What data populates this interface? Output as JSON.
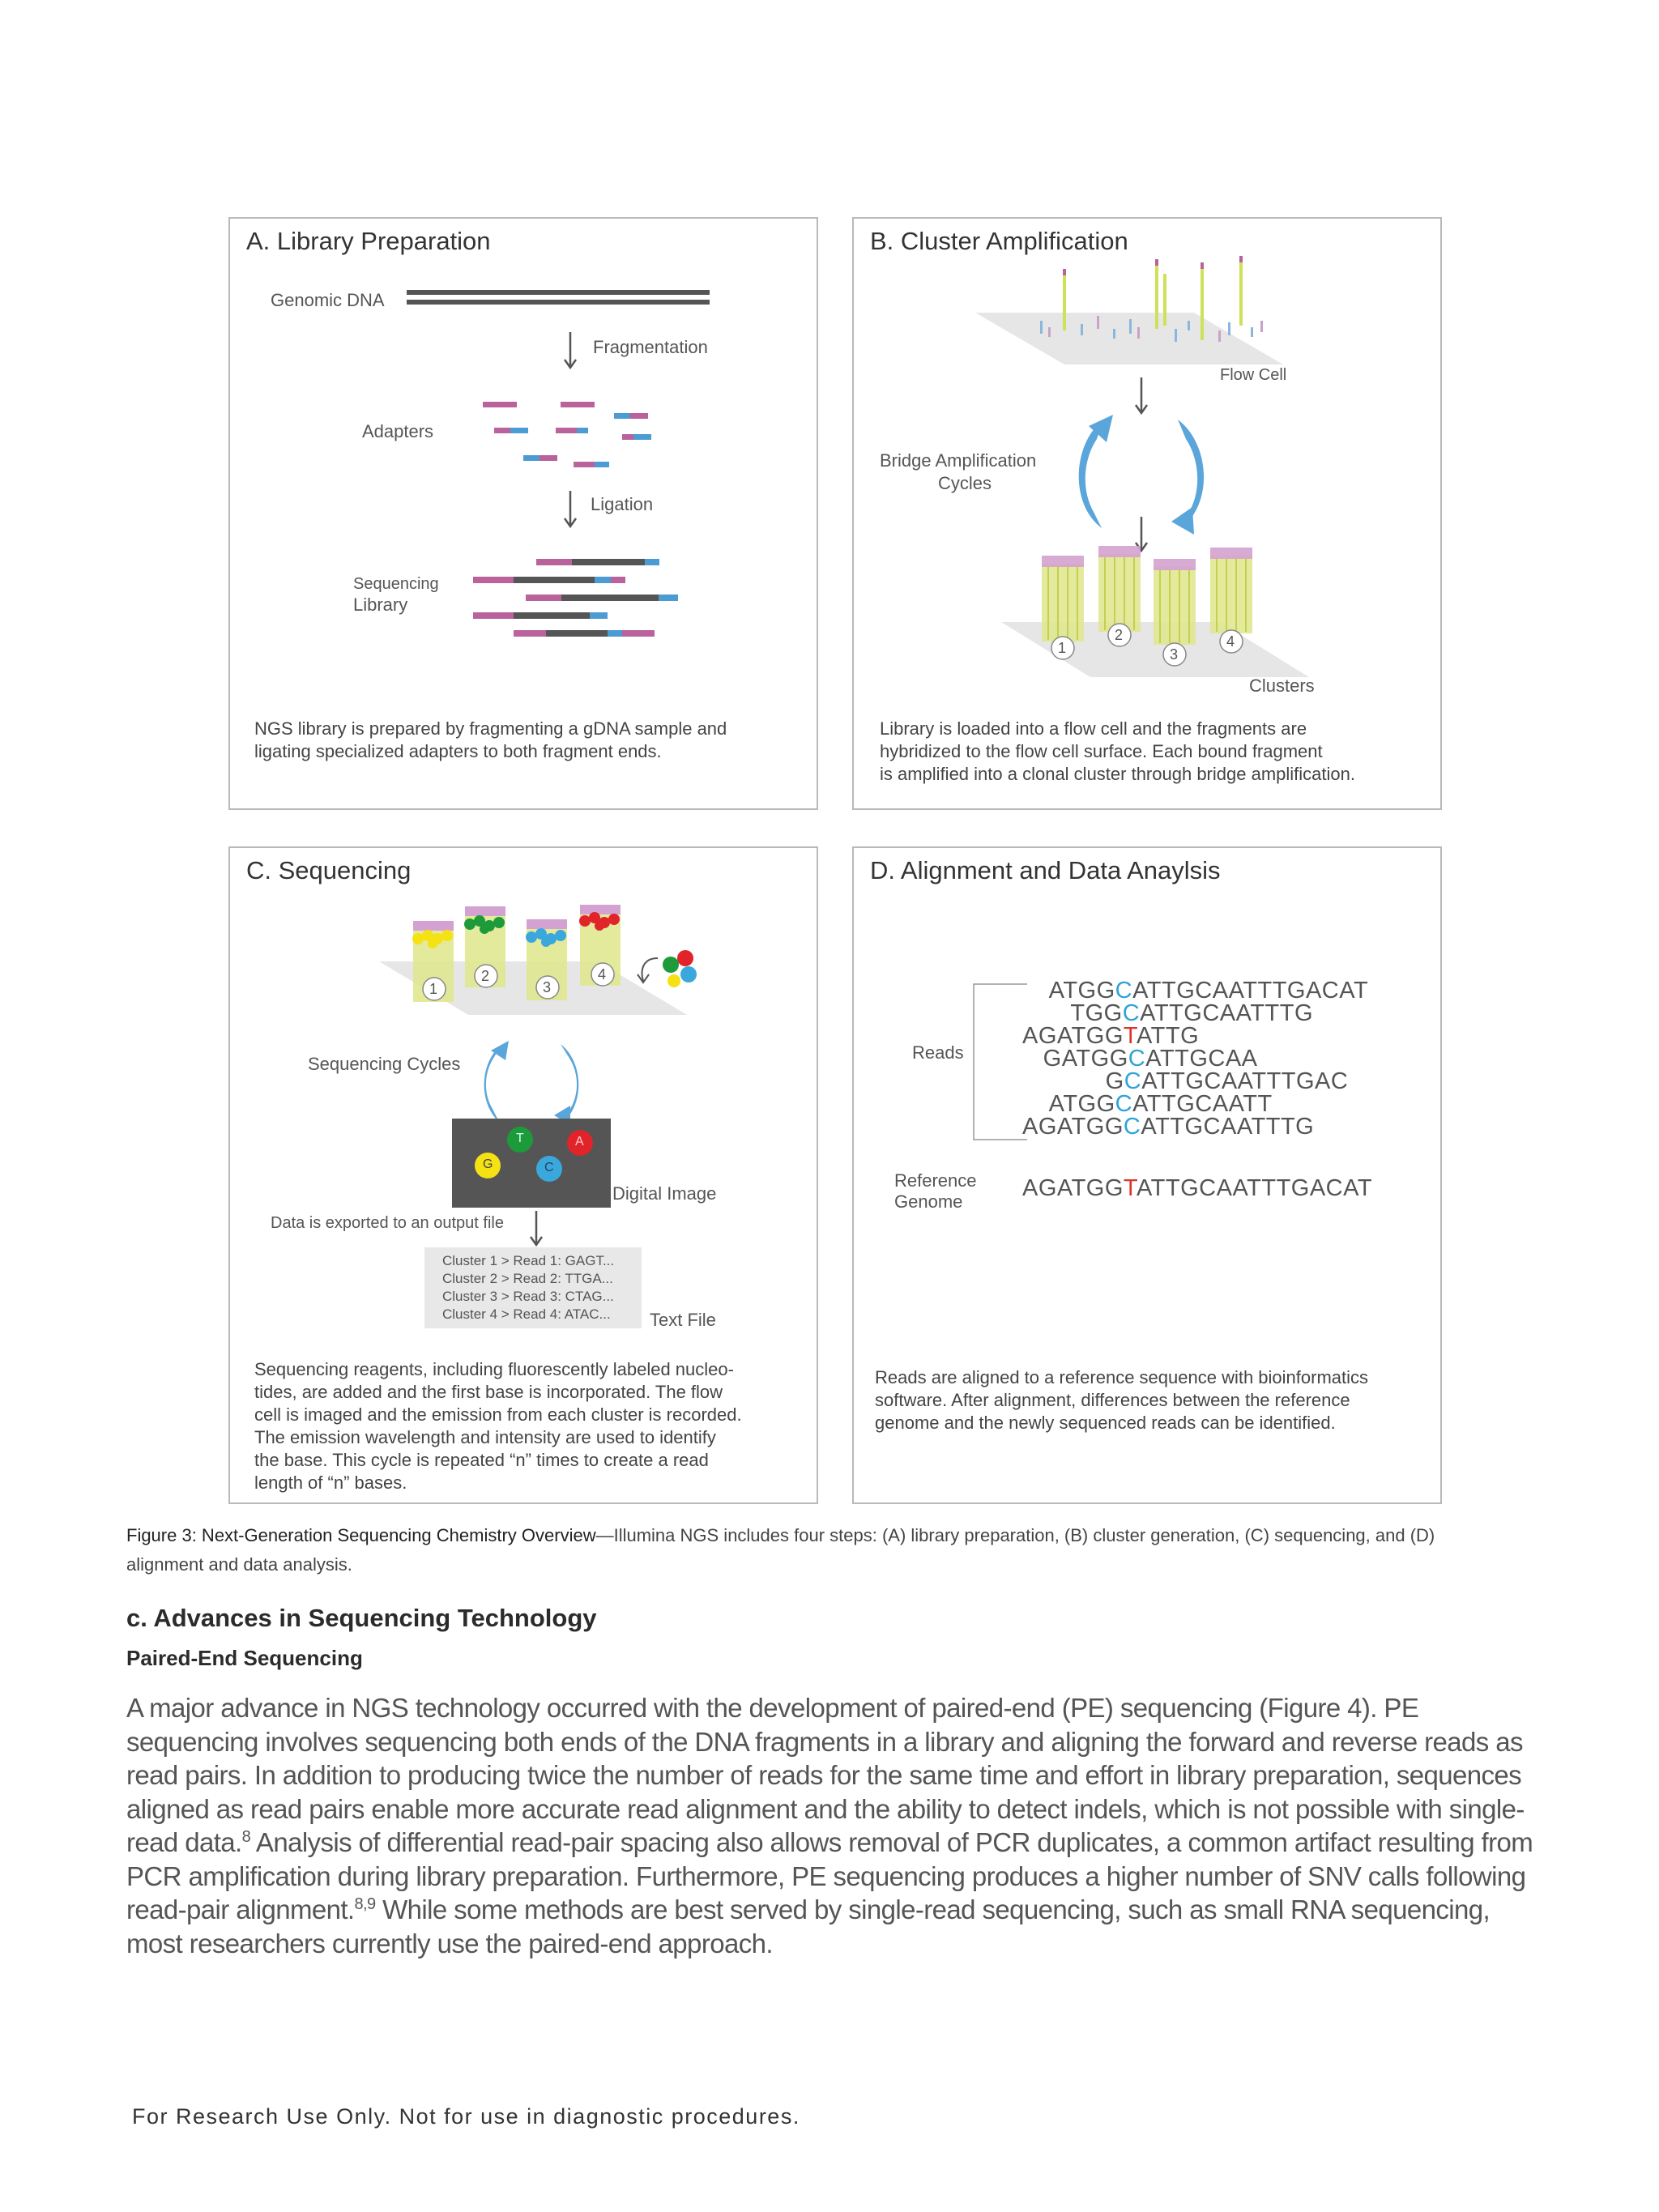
{
  "figure": {
    "panels": {
      "a": {
        "title": "A. Library Preparation",
        "genomic_dna": "Genomic DNA",
        "fragmentation": "Fragmentation",
        "adapters": "Adapters",
        "ligation": "Ligation",
        "seq_lib_1": "Sequencing",
        "seq_lib_2": "Library",
        "caption": [
          "NGS library is prepared by fragmenting a gDNA sample and",
          "ligating specialized adapters to both fragment ends."
        ]
      },
      "b": {
        "title": "B. Cluster Amplification",
        "flow_cell": "Flow Cell",
        "bridge_1": "Bridge Amplification",
        "bridge_2": "Cycles",
        "clusters": "Clusters",
        "cluster_nums": [
          "1",
          "2",
          "3",
          "4"
        ],
        "caption": [
          "Library is loaded into a flow cell and the fragments are",
          "hybridized to the flow cell surface. Each bound fragment",
          "is amplified into a clonal cluster through bridge amplification."
        ]
      },
      "c": {
        "title": "C. Sequencing",
        "sequencing_cycles": "Sequencing Cycles",
        "digital_image": "Digital Image",
        "export_note": "Data is exported to an output file",
        "text_file": "Text File",
        "text_file_lines": [
          "Cluster 1 > Read 1: GAGT...",
          "Cluster 2 > Read 2: TTGA...",
          "Cluster 3 > Read 3: CTAG...",
          "Cluster 4 > Read 4: ATAC..."
        ],
        "bases": [
          "G",
          "T",
          "C",
          "A"
        ],
        "cluster_nums": [
          "1",
          "2",
          "3",
          "4"
        ],
        "caption": [
          "Sequencing reagents, including fluorescently labeled nucleo-",
          "tides, are added and the first base is incorporated. The flow",
          "cell is imaged and the emission from each cluster is recorded.",
          "The emission wavelength and intensity are used to identify",
          "the base. This cycle is repeated “n” times to create a read",
          "length of “n” bases."
        ]
      },
      "d": {
        "title": "D. Alignment and Data Anaylsis",
        "reads_label": "Reads",
        "ref_label_1": "Reference",
        "ref_label_2": "Genome",
        "reads": [
          {
            "pre": "    ATGG",
            "mid": "C",
            "post": "ATTGCAATTTGACAT"
          },
          {
            "pre": "       TGG",
            "mid": "C",
            "post": "ATTGCAATTTG"
          },
          {
            "pre": "AGATGG",
            "mid": "T",
            "post": "ATTG"
          },
          {
            "pre": "   GATGG",
            "mid": "C",
            "post": "ATTGCAA"
          },
          {
            "pre": "            G",
            "mid": "C",
            "post": "ATTGCAATTTGAC"
          },
          {
            "pre": "    ATGG",
            "mid": "C",
            "post": "ATTGCAATT"
          },
          {
            "pre": "AGATGG",
            "mid": "C",
            "post": "ATTGCAATTTG"
          }
        ],
        "reference": {
          "pre": "AGATGG",
          "mid": "T",
          "post": "ATTGCAATTTGACAT"
        },
        "caption": [
          "Reads are aligned to a reference sequence with bioinformatics",
          "software. After alignment, differences between the reference",
          "genome and the newly sequenced reads can be identified."
        ]
      }
    },
    "caption_bold": "Figure 3: Next-Generation Sequencing Chemistry Overview",
    "caption_rest_1": "—Illumina NGS includes four steps: (A) library preparation, (B) cluster generation, (C) sequencing, and (D)",
    "caption_rest_2": "alignment and data analysis."
  },
  "section_heading": "c. Advances in Sequencing Technology",
  "subsection_heading": "Paired-End Sequencing",
  "body_lines": [
    {
      "text": "A major advance in NGS technology occurred with the development of paired-end (PE) sequencing (Figure 4). PE"
    },
    {
      "text": "sequencing involves sequencing both ends of the DNA fragments in a library and aligning the forward and reverse reads as"
    },
    {
      "text": "read pairs. In addition to producing twice the number of reads for the same time and effort in library preparation, sequences"
    },
    {
      "text": "aligned as read pairs enable more accurate read alignment and the ability to detect indels, which is not possible with single-"
    },
    {
      "text": "read data.",
      "sup": "8",
      "after": " Analysis of differential read-pair spacing also allows removal of PCR duplicates, a common artifact resulting from"
    },
    {
      "text": "PCR amplification during library preparation. Furthermore, PE sequencing produces a higher number of SNV calls following"
    },
    {
      "text": "read-pair alignment.",
      "sup": "8,9",
      "after": " While some methods are best served by single-read sequencing, such as small RNA sequencing,"
    },
    {
      "text": "most researchers currently use the paired-end approach."
    }
  ],
  "footer": "For Research Use Only. Not for use in diagnostic procedures.",
  "colors": {
    "adapter_pink": "#b9629b",
    "adapter_blue": "#4c9bd2",
    "dna_gray": "#555555",
    "arrow_blue": "#5aa6da",
    "base_yellow": "#f4e214",
    "base_green": "#1d9a3a",
    "base_blue": "#3aa8dc",
    "base_red": "#e0242a"
  }
}
